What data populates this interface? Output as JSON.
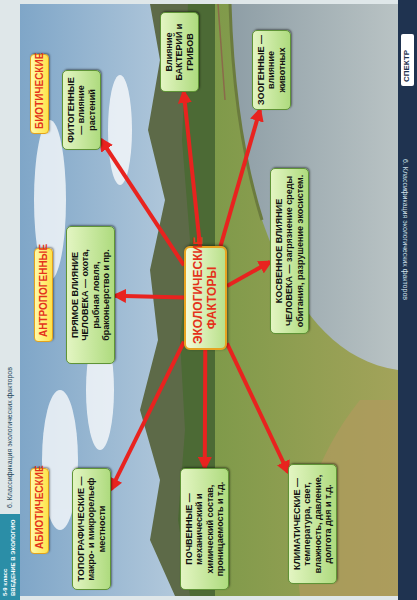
{
  "diagram": {
    "nodes": [
      {
        "text": [
          "ЭКОЛОГИЧЕСКИЕ ФАКТОРЫ"
        ]
      },
      {
        "text": [
          "АБИОТИЧЕСКИЕ"
        ]
      },
      {
        "text": [
          "АНТРОПОГЕННЫЕ"
        ]
      },
      {
        "text": [
          "БИОТИЧЕСКИЕ"
        ]
      },
      {
        "text": [
          "ТОПОГРАФИЧЕСКИЕ — макро- и микрорельеф местности"
        ]
      },
      {
        "text": [
          "ПРЯМОЕ ВЛИЯНИЕ ЧЕЛОВЕКА — охота, рыбная ловля, браконьерство и пр."
        ]
      },
      {
        "text": [
          "ФИТОГЕННЫЕ — влияние растений"
        ]
      },
      {
        "text": [
          "Влияние БАКТЕРИЙ и ГРИБОВ"
        ]
      },
      {
        "text": [
          "ЗООГЕННЫЕ — влияние животных"
        ]
      },
      {
        "text": [
          "КОСВЕННОЕ ВЛИЯНИЕ ЧЕЛОВЕКА — загрязнение среды обитания, разрушение экосистем."
        ]
      },
      {
        "text": [
          "ПОЧВЕННЫЕ — механический и химический состав, проницаемость и т.д."
        ]
      },
      {
        "text": [
          "КЛИМАТИЧЕСКИЕ — температура, свет, влажность, давление, долгота дня и т.д."
        ]
      }
    ],
    "edges": [
      {
        "from": 0,
        "to": 4,
        "arrow": "to"
      },
      {
        "from": 0,
        "to": 5,
        "arrow": "to"
      },
      {
        "from": 0,
        "to": 6,
        "arrow": "to"
      },
      {
        "from": 0,
        "to": 7,
        "arrow": "to"
      },
      {
        "from": 0,
        "to": 8,
        "arrow": "to"
      },
      {
        "from": 0,
        "to": 9,
        "arrow": "to"
      },
      {
        "from": 0,
        "to": 10,
        "arrow": "to"
      },
      {
        "from": 0,
        "to": 11,
        "arrow": "to"
      }
    ],
    "labels": [
      "5-9 класс",
      "ВВЕДЕНИЕ В ЭКОЛОГИЮ",
      "6. Классификация экологических факторов",
      "6. Классификация экологических факторов",
      "СПЕКТР"
    ]
  }
}
